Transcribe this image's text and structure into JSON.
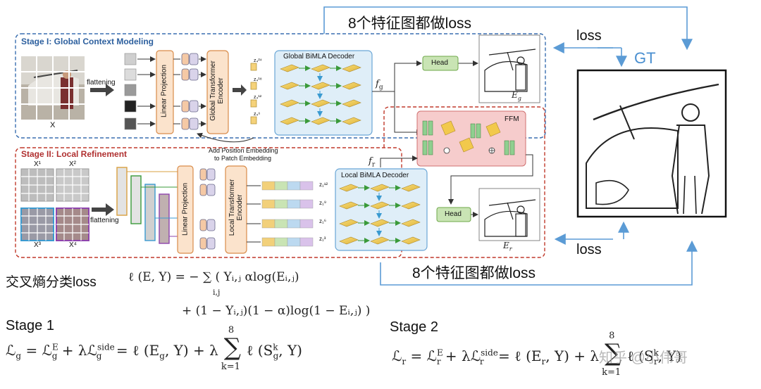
{
  "top_annotation": "8个特征图都做loss",
  "bottom_annotation": "8个特征图都做loss",
  "loss_top": "loss",
  "loss_bottom": "loss",
  "gt_label": "GT",
  "stage1": {
    "title": "Stage I: Global Context Modeling",
    "input_label": "X",
    "flatten_label": "flattening",
    "linear_projection": "Linear Projection",
    "encoder": "Global Transformer Encoder",
    "decoder_title": "Global BiMLA Decoder",
    "tokens": [
      "z₄²⁴",
      "z₄¹⁸",
      "z₄¹²",
      "z₄⁶"
    ],
    "feature_label": "f",
    "feature_sub": "g",
    "head_label": "Head",
    "output_label": "E",
    "output_sub": "g"
  },
  "pos_embed_note_line1": "Add Position Embedding",
  "pos_embed_note_line2": "to Patch Embedding",
  "ffm_label": "FFM",
  "stage2": {
    "title": "Stage II: Local Refinement",
    "crop_labels": [
      "X¹",
      "X²",
      "X³",
      "X⁴"
    ],
    "flatten_label": "flattening",
    "linear_projection": "Linear Projection",
    "encoder": "Local Transformer Encoder",
    "decoder_title": "Local BiMLA Decoder",
    "tokens": [
      "z₁¹²",
      "z₁⁹",
      "z₁⁶",
      "z₁³"
    ],
    "feature_label": "f",
    "feature_sub": "r",
    "head_label": "Head",
    "output_label": "E",
    "output_sub": "r"
  },
  "ce_loss_label": "交叉熵分类loss",
  "ce_formula_line1": "ℓ (E, Y) = − ∑  ( Yᵢ,ⱼ αlog(Eᵢ,ⱼ)",
  "ce_formula_sum_sub": "i,j",
  "ce_formula_line2": "+ (1 − Yᵢ,ⱼ)(1 − α)log(1 − Eᵢ,ⱼ) )",
  "stage1_label": "Stage 1",
  "stage1_formula": "ℒg = ℒgE + λℒgside = ℓ (Eg, Y) + λ ∑ ℓ (Sgk, Y)",
  "stage1_formula_parts": {
    "lhs": "ℒ",
    "lhs_sub": "g",
    "eq1": " = ℒ",
    "t1_sup": "E",
    "t1_sub": "g",
    "plus": " + λℒ",
    "t2_sup": "side",
    "t2_sub": "g",
    "eq2": " = ℓ (E",
    "t3_sub": "g",
    "t3_rest": ", Y) + λ",
    "sum_top": "8",
    "sum_bot": "k=1",
    "t4": "ℓ (S",
    "t4_sup": "k",
    "t4_sub": "g",
    "t4_rest": ", Y)"
  },
  "stage2_label": "Stage 2",
  "stage2_formula_parts": {
    "lhs": "ℒ",
    "lhs_sub": "r",
    "eq1": " = ℒ",
    "t1_sup": "E",
    "t1_sub": "r",
    "plus": " + λℒ",
    "t2_sup": "side",
    "t2_sub": "r",
    "eq2": " = ℓ (E",
    "t3_sub": "r",
    "t3_rest": ", Y) + λ",
    "sum_top": "8",
    "sum_bot": "k=1",
    "t4": "ℓ (S",
    "t4_sup": "k",
    "t4_sub": "r",
    "t4_rest": ", Y)"
  },
  "watermark": "知乎 @小伟哥",
  "colors": {
    "stage1_border": "#3a6fb0",
    "stage2_border": "#c0392b",
    "linear_proj_fill": "#fbe3cc",
    "linear_proj_stroke": "#d98c4a",
    "encoder_fill": "#fbe3cc",
    "token_fill": "#d9d3ea",
    "decoder_fill": "#dfeef8",
    "decoder_stroke": "#6aa6d6",
    "head_fill": "#c9e4b4",
    "head_stroke": "#6ea84a",
    "ffm_fill": "#f6cccc",
    "ffm_stroke": "#d07070",
    "plate_fill": "#f2c94c",
    "annotation_arrow": "#5b9bd5",
    "gt_text": "#4a8fd0"
  }
}
